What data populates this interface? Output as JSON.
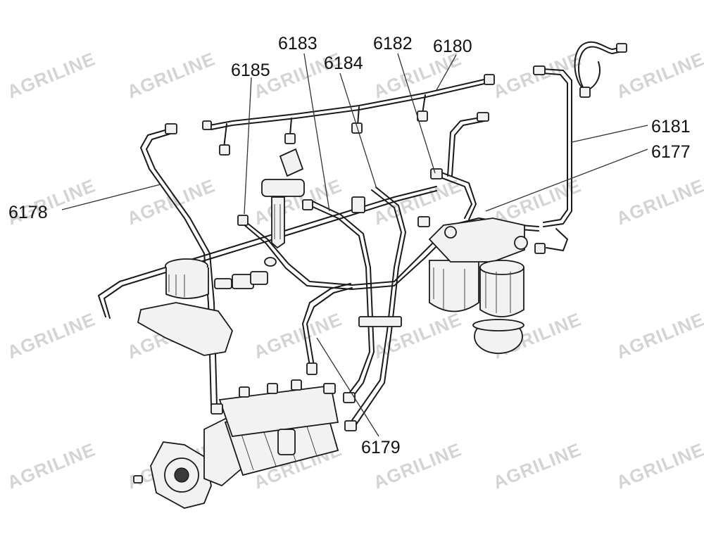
{
  "watermark": "AGRILINE",
  "callouts": {
    "c6183": "6183",
    "c6182": "6182",
    "c6180": "6180",
    "c6185": "6185",
    "c6184": "6184",
    "c6181": "6181",
    "c6177": "6177",
    "c6178": "6178",
    "c6179": "6179"
  }
}
